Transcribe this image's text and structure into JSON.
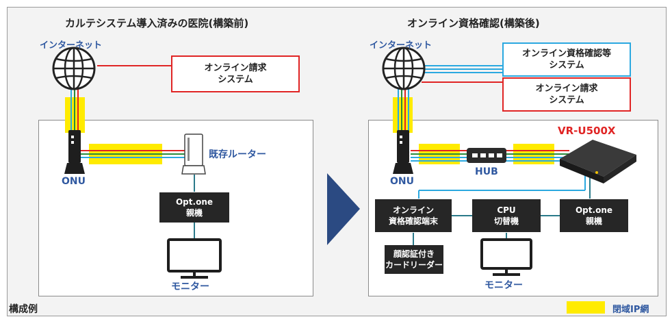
{
  "left_title": "カルテシステム導入済みの医院(構築前)",
  "right_title": "オンライン資格確認(構築後)",
  "left": {
    "internet_label": "インターネット",
    "system_line1": "オンライン請求",
    "system_line2": "システム",
    "onu_label": "ONU",
    "router_label": "既存ルーター",
    "optone_line1": "Opt.one",
    "optone_line2": "親機",
    "monitor_label": "モニター"
  },
  "right": {
    "internet_label": "インターネット",
    "system_qual_line1": "オンライン資格確認等",
    "system_qual_line2": "システム",
    "system_claim_line1": "オンライン請求",
    "system_claim_line2": "システム",
    "router_label": "VR-U500X",
    "onu_label": "ONU",
    "hub_label": "HUB",
    "terminal_line1": "オンライン",
    "terminal_line2": "資格確認端末",
    "cpu_line1": "CPU",
    "cpu_line2": "切替機",
    "optone_line1": "Opt.one",
    "optone_line2": "親機",
    "reader_line1": "顔認証付き",
    "reader_line2": "カードリーダー",
    "monitor_label": "モニター"
  },
  "footer_label": "構成例",
  "legend_label": "閉域IP網",
  "colors": {
    "closed_ip": "#ffeb00",
    "claim_line": "#e02424",
    "qual_line": "#2aa8e0",
    "arrow": "#2b4a82",
    "label_blue": "#2f58a0"
  }
}
